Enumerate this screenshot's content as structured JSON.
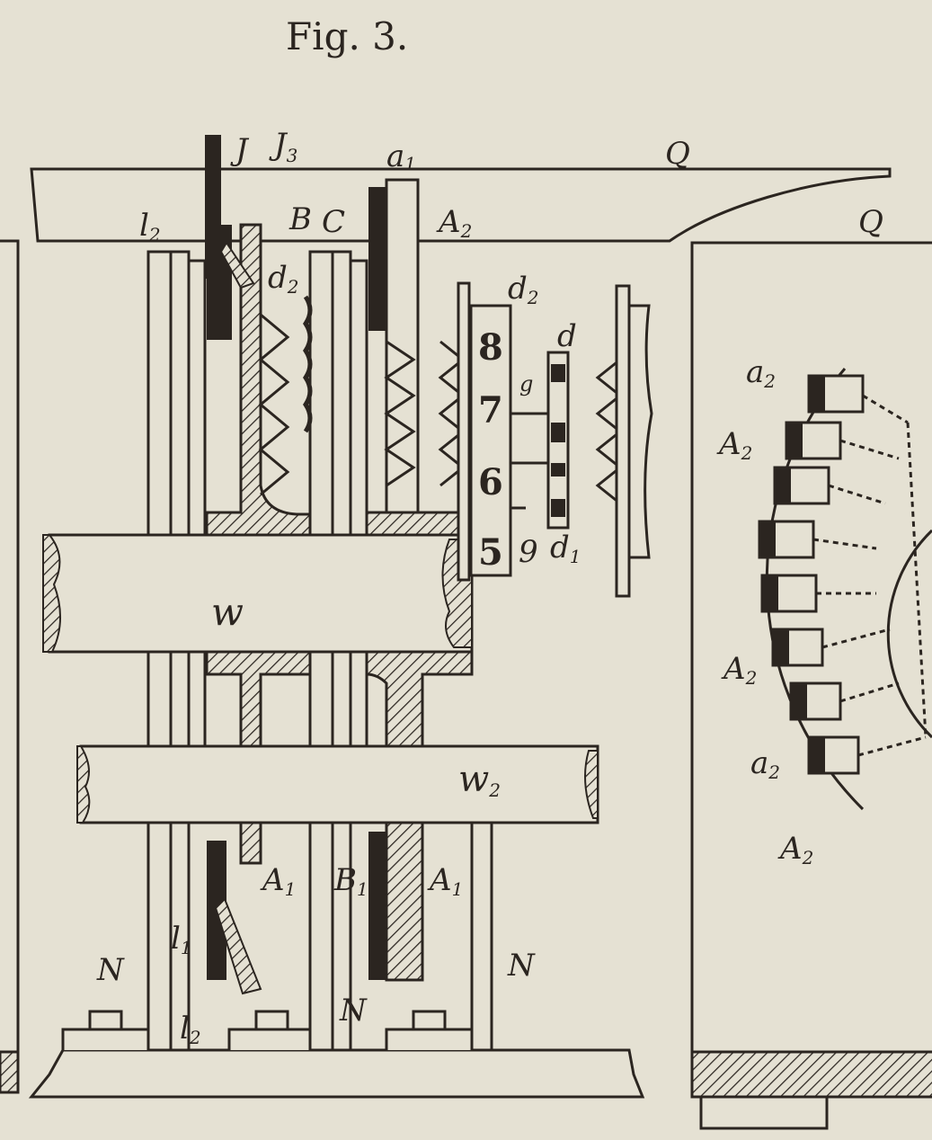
{
  "figure": {
    "title": "Fig. 3.",
    "labels": {
      "J": "J",
      "J3": "J",
      "J3_sub": "3",
      "a1_top": "a",
      "a1_top_sub": "1",
      "Q_top": "Q",
      "Q_right": "Q",
      "l2_top": "l",
      "l2_top_sub": "2",
      "B": "B",
      "C": "C",
      "A2_top": "A",
      "A2_top_sub": "2",
      "d2_mid": "d",
      "d2_mid_sub": "2",
      "d2_right": "d",
      "d2_right_sub": "2",
      "d": "d",
      "g": "g",
      "nine": "9",
      "d1": "d",
      "d1_sub": "1",
      "w": "w",
      "w2": "w",
      "w2_sub": "2",
      "A1_a": "A",
      "A1_a_sub": "1",
      "B1": "B",
      "B1_sub": "1",
      "A1_b": "A",
      "A1_b_sub": "1",
      "l1": "l",
      "l1_sub": "1",
      "l2_bot": "l",
      "l2_bot_sub": "2",
      "N_left": "N",
      "N_mid": "N",
      "N_right": "N",
      "arc_a2_1": "a",
      "arc_A2_1": "A",
      "arc_A2_2": "A",
      "arc_a2_2": "a",
      "arc_A2_3": "A",
      "arc_sub": "2"
    },
    "counter_digits": [
      "8",
      "7",
      "6",
      "5"
    ]
  }
}
